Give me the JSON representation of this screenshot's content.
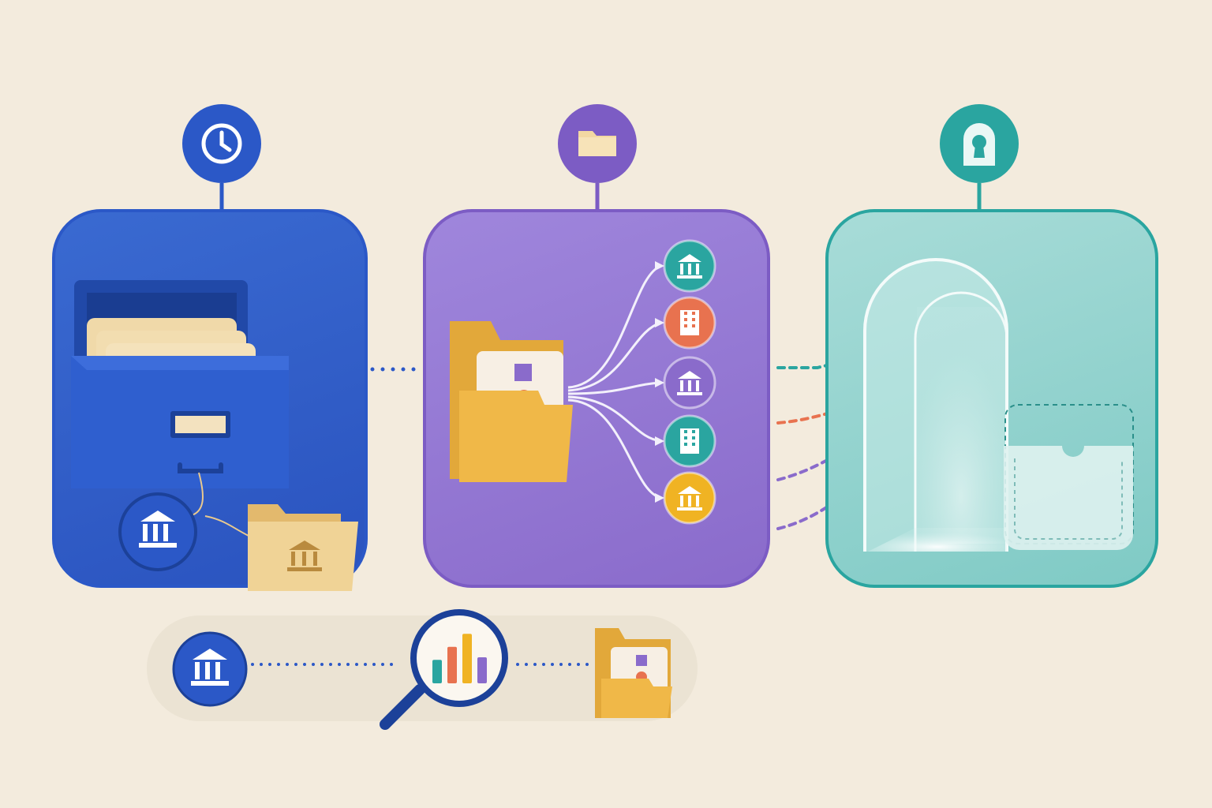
{
  "colors": {
    "background": "#f3ebdd",
    "blue": "#2b58c7",
    "purple": "#7c5cc4",
    "teal": "#2aa5a0",
    "orange": "#e8724f",
    "yellow": "#f0b323",
    "folder": "#f2c56a",
    "card": "#f3e2bf"
  },
  "icons": {
    "step1": "clock-icon",
    "step2": "folder-icon",
    "step3": "keyhole-icon",
    "institution": "bank-icon",
    "company": "building-icon",
    "search": "magnifier-chart-icon"
  },
  "targets": [
    {
      "icon": "bank-icon",
      "color": "#2aa5a0"
    },
    {
      "icon": "building-icon",
      "color": "#e8724f"
    },
    {
      "icon": "bank-icon",
      "color": "#8a6bcb"
    },
    {
      "icon": "building-icon",
      "color": "#2aa5a0"
    },
    {
      "icon": "bank-icon",
      "color": "#f0b323"
    }
  ],
  "bar_chart_icon": {
    "bars": [
      {
        "color": "#2aa5a0",
        "level": 0.45
      },
      {
        "color": "#e8724f",
        "level": 0.7
      },
      {
        "color": "#f0b323",
        "level": 0.95
      },
      {
        "color": "#8a6bcb",
        "level": 0.5
      }
    ]
  }
}
